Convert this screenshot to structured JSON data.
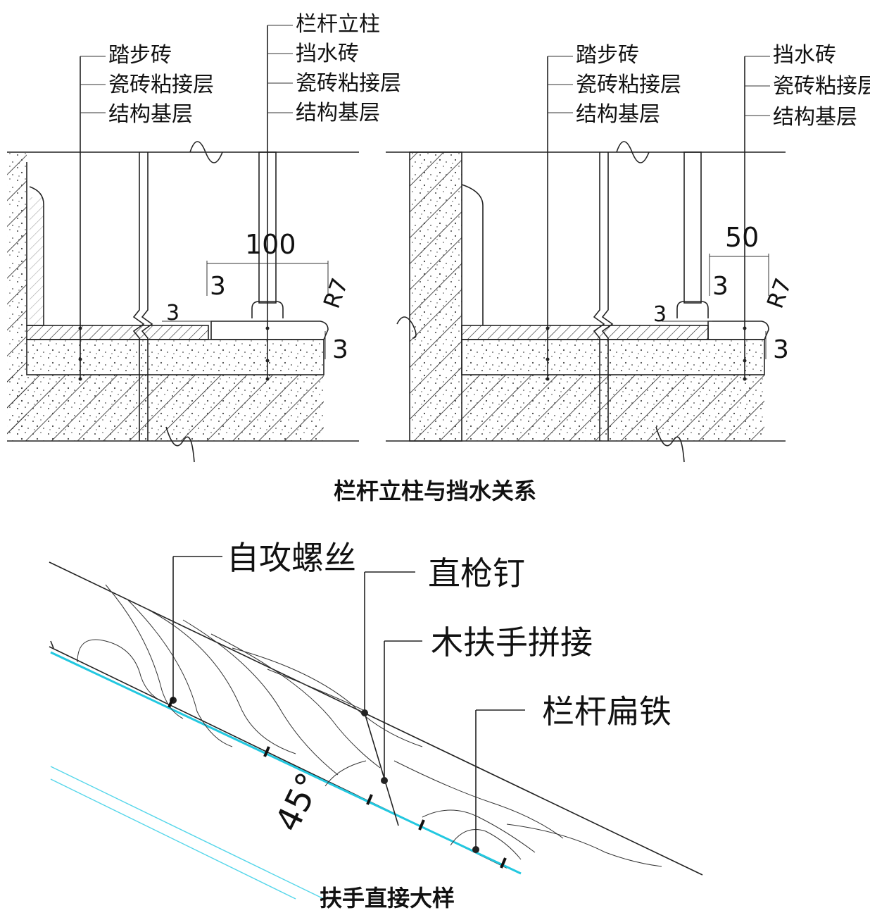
{
  "detail1": {
    "title": "栏杆立柱与挡水关系",
    "left": {
      "labels_left": [
        "踏步砖",
        "瓷砖粘接层",
        "结构基层"
      ],
      "labels_right": [
        "栏杆立柱",
        "挡水砖",
        "瓷砖粘接层",
        "结构基层"
      ],
      "dim_top": "100",
      "dim_a": "3",
      "dim_b": "3",
      "dim_c": "3",
      "radius": "R7"
    },
    "right": {
      "labels_left": [
        "踏步砖",
        "瓷砖粘接层",
        "结构基层"
      ],
      "labels_right": [
        "挡水砖",
        "瓷砖粘接层",
        "结构基层"
      ],
      "dim_top": "50",
      "dim_a": "3",
      "dim_b": "3",
      "dim_c": "3",
      "radius": "R7"
    }
  },
  "detail2": {
    "title": "扶手直接大样",
    "labels": [
      "自攻螺丝",
      "直枪钉",
      "木扶手拼接",
      "栏杆扁铁"
    ],
    "angle": "45°"
  },
  "colors": {
    "line": "#222222",
    "cyan": "#22c8e0"
  }
}
